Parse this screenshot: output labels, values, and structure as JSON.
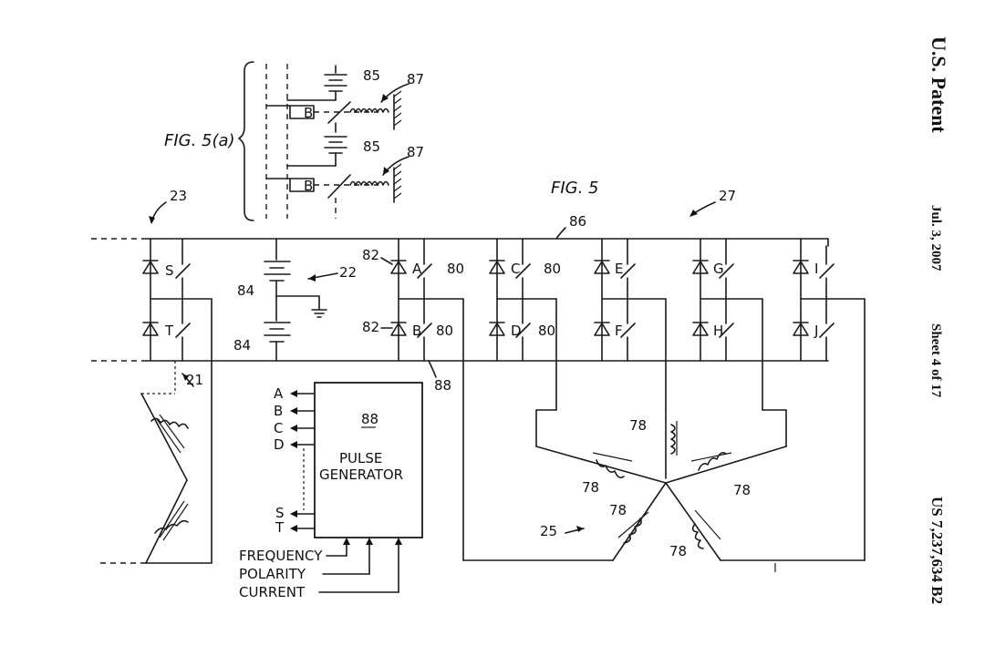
{
  "header": {
    "publisher": "U.S. Patent",
    "date": "Jul. 3, 2007",
    "sheet": "Sheet 4 of 17",
    "patent_number": "US 7,237,634 B2"
  },
  "figures": {
    "fig5_title": "FIG. 5",
    "fig5a_title": "FIG. 5(a)"
  },
  "reference_numerals": {
    "r21": "21",
    "r22": "22",
    "r23": "23",
    "r25": "25",
    "r27": "27",
    "r78": "78",
    "r80": "80",
    "r82": "82",
    "r84": "84",
    "r85": "85",
    "r86": "86",
    "r87": "87",
    "r88": "88"
  },
  "switch_labels": [
    "S",
    "T",
    "A",
    "B",
    "C",
    "D",
    "E",
    "F",
    "G",
    "H",
    "I",
    "J"
  ],
  "fig5a_contact_label": "B",
  "pulse_generator": {
    "numeral": "88",
    "title_line1": "PULSE",
    "title_line2": "GENERATOR",
    "outputs": [
      "A",
      "B",
      "C",
      "D",
      "S",
      "T"
    ],
    "inputs": [
      "FREQUENCY",
      "POLARITY",
      "CURRENT"
    ]
  }
}
